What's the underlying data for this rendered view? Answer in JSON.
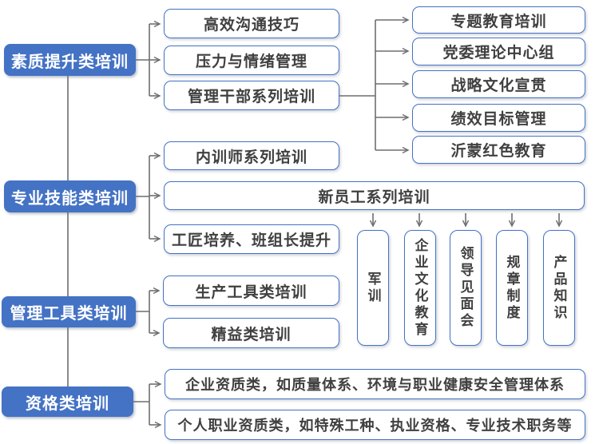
{
  "colors": {
    "category_fill": "#4472C4",
    "category_text": "#FFFFFF",
    "box_border": "#4472C4",
    "box_text": "#404040",
    "connector": "#6E6E6E"
  },
  "sections": {
    "quality": {
      "category": "素质提升类培训",
      "items": [
        "高效沟通技巧",
        "压力与情绪管理",
        "管理干部系列培训"
      ]
    },
    "cadre": {
      "items": [
        "专题教育培训",
        "党委理论中心组",
        "战略文化宣贯",
        "绩效目标管理",
        "沂蒙红色教育"
      ]
    },
    "skills": {
      "category": "专业技能类培训",
      "items": [
        "内训师系列培训",
        "新员工系列培训",
        "工匠培养、班组长提升"
      ]
    },
    "new_employee": {
      "items": [
        "军训",
        "企业文化教育",
        "领导见面会",
        "规章制度",
        "产品知识"
      ]
    },
    "tools": {
      "category": "管理工具类培训",
      "items": [
        "生产工具类培训",
        "精益类培训"
      ]
    },
    "qualification": {
      "category": "资格类培训",
      "items": [
        "企业资质类，如质量体系、环境与职业健康安全管理体系",
        "个人职业资质类，如特殊工种、执业资格、专业技术职务等"
      ]
    }
  }
}
